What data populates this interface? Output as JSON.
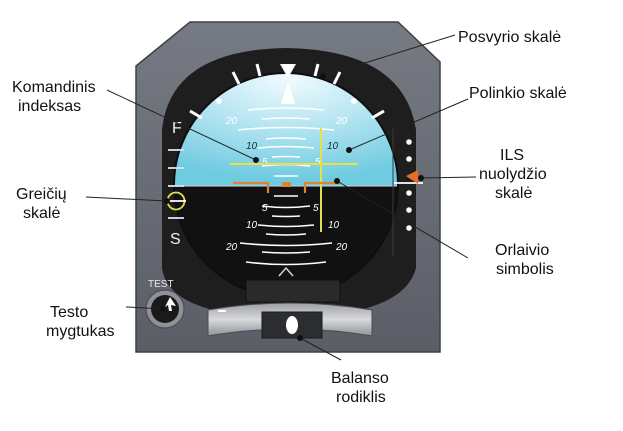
{
  "labels": {
    "bank_scale": "Posvyrio skalė",
    "pitch_scale": "Polinkio skalė",
    "command_index_1": "Komandinis",
    "command_index_2": "indeksas",
    "ils_1": "ILS",
    "ils_2": "nuolydžio",
    "ils_3": "skalė",
    "speed_1": "Greičių",
    "speed_2": "skalė",
    "aircraft_1": "Orlaivio",
    "aircraft_2": "simbolis",
    "test_1": "Testo",
    "test_2": "mygtukas",
    "balance_1": "Balanso",
    "balance_2": "rodiklis"
  },
  "instrument": {
    "test_text": "TEST",
    "speed_fast": "F",
    "speed_slow": "S",
    "pitch_numbers": {
      "up20_left": "20",
      "up20_right": "20",
      "up10_left": "10",
      "up10_right": "10",
      "up5_left": "5",
      "up5_right": "5",
      "dn5_left": "5",
      "dn5_right": "5",
      "dn10_left": "10",
      "dn10_right": "10",
      "dn20_left": "20",
      "dn20_right": "20"
    }
  },
  "colors": {
    "bezel": "#686b74",
    "face": "#1e1e1e",
    "sky_light": "#e6f8fc",
    "sky": "#7fd3e6",
    "ground": "#111111",
    "command_bar": "#e6e04a",
    "aircraft_symbol": "#e0842b",
    "ils_pointer": "#e2702a"
  }
}
